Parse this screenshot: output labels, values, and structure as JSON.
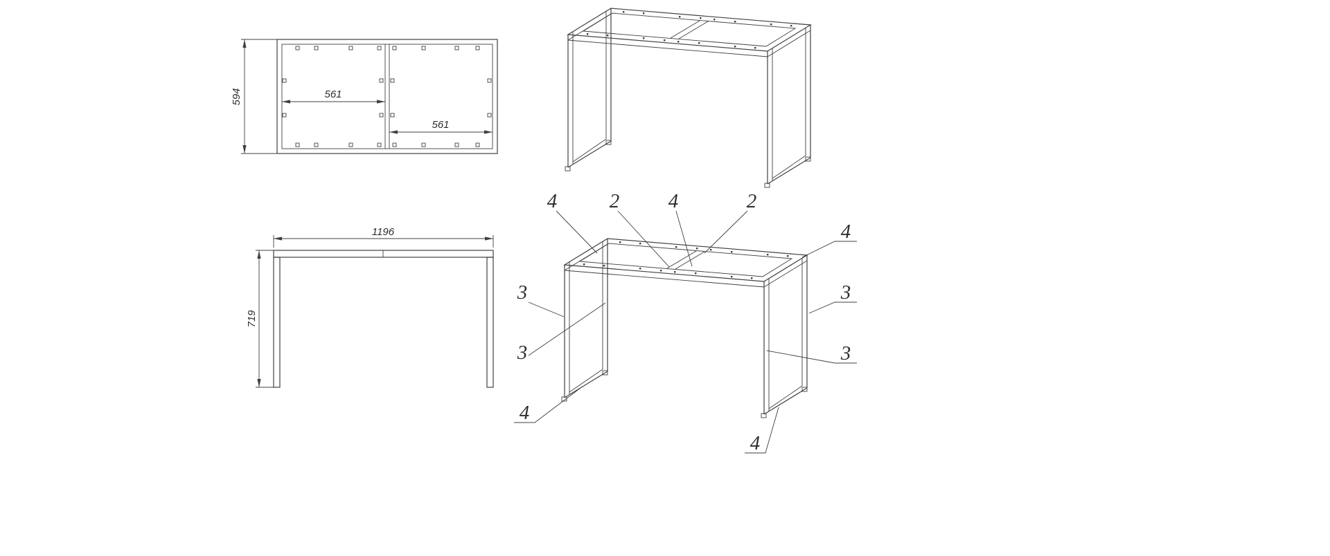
{
  "views": {
    "top_view": {
      "height_dim": "594",
      "left_inner_dim": "561",
      "right_inner_dim": "561"
    },
    "front_view": {
      "width_dim": "1196",
      "height_dim": "719"
    },
    "callouts": [
      {
        "label": "4"
      },
      {
        "label": "2"
      },
      {
        "label": "4"
      },
      {
        "label": "2"
      },
      {
        "label": "4"
      },
      {
        "label": "3"
      },
      {
        "label": "3"
      },
      {
        "label": "3"
      },
      {
        "label": "3"
      },
      {
        "label": "4"
      },
      {
        "label": "4"
      }
    ]
  },
  "colors": {
    "line": "#3f3f3f",
    "text": "#2e2e2e",
    "background": "#ffffff"
  }
}
